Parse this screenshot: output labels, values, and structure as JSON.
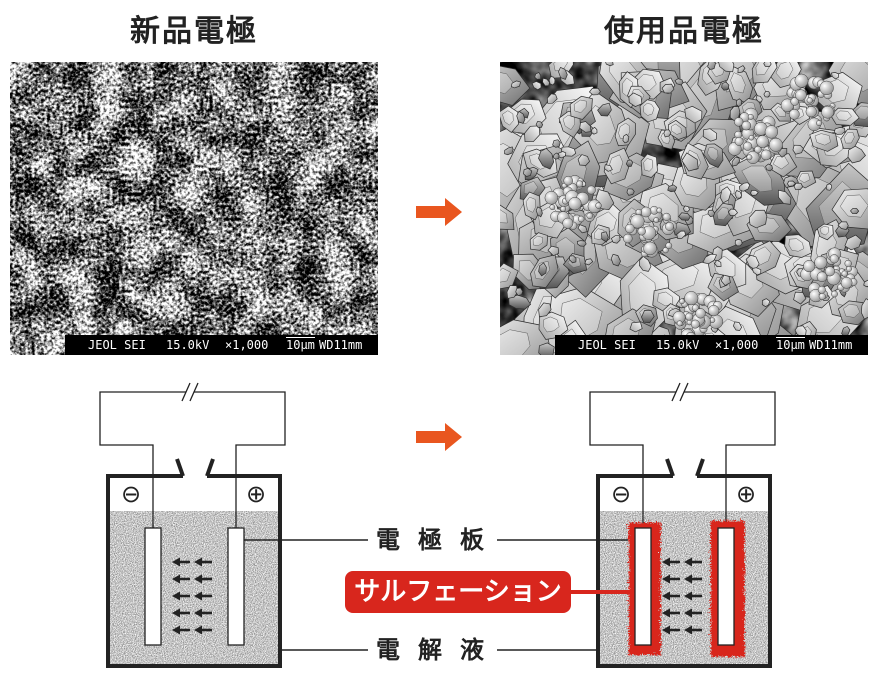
{
  "panels": {
    "new_electrode": {
      "title": "新品電極"
    },
    "used_electrode": {
      "title": "使用品電極"
    }
  },
  "sem_info": {
    "instrument": "JEOL SEI",
    "voltage": "15.0kV",
    "magnification": "×1,000",
    "scale": "10μm",
    "working_distance": "WD11mm"
  },
  "battery": {
    "negative_symbol": "⊖",
    "positive_symbol": "⊕"
  },
  "labels": {
    "electrode_plate": "電極板",
    "sulfation": "サルフェーション",
    "electrolyte": "電解液"
  },
  "colors": {
    "arrow": "#e9561f",
    "sulfation": "#d8261d"
  }
}
